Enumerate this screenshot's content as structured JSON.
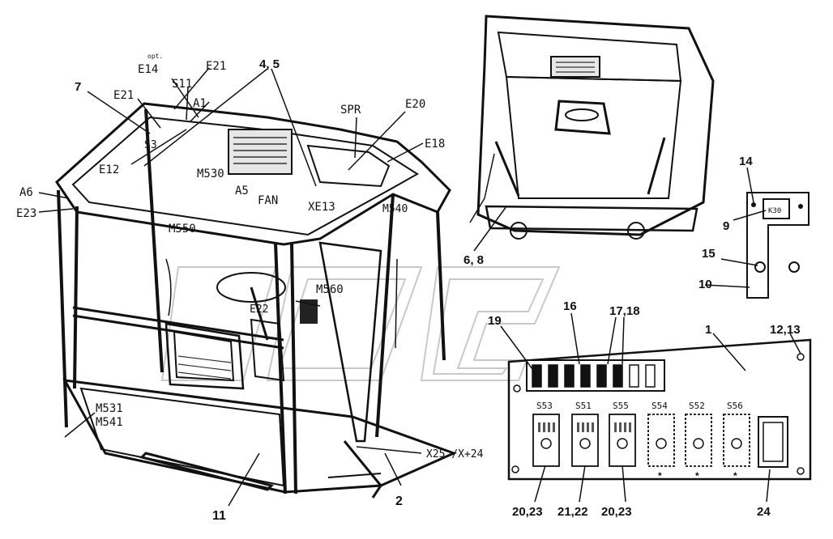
{
  "cab_labels": {
    "opt": "opt.",
    "e14": "E14",
    "e21a": "E21",
    "s11": "S11",
    "a1": "A1",
    "n45": "4, 5",
    "n7": "7",
    "e21b": "E21",
    "s3": "S3",
    "e12": "E12",
    "a6": "A6",
    "e23": "E23",
    "m530": "M530",
    "a5": "A5",
    "fan": "FAN",
    "spr": "SPR",
    "e20": "E20",
    "e18": "E18",
    "xe13": "XE13",
    "m540": "M540",
    "m550": "M550",
    "m560": "M560",
    "e22": "E22",
    "m531": "M531",
    "m541": "M541",
    "x25": "X25 /X+24",
    "n11": "11",
    "n2": "2"
  },
  "rear_labels": {
    "n68": "6, 8"
  },
  "bracket": {
    "n14": "14",
    "n9": "9",
    "relay": "K30",
    "n15": "15",
    "n10": "10"
  },
  "panel": {
    "n1": "1",
    "n1213": "12,13",
    "n16": "16",
    "n1718": "17,18",
    "n19": "19",
    "switches": [
      "S53",
      "S51",
      "S55",
      "S54",
      "S52",
      "S56"
    ],
    "n2023a": "20,23",
    "n2122": "21,22",
    "n2023b": "20,23",
    "n24": "24",
    "star": "*"
  }
}
